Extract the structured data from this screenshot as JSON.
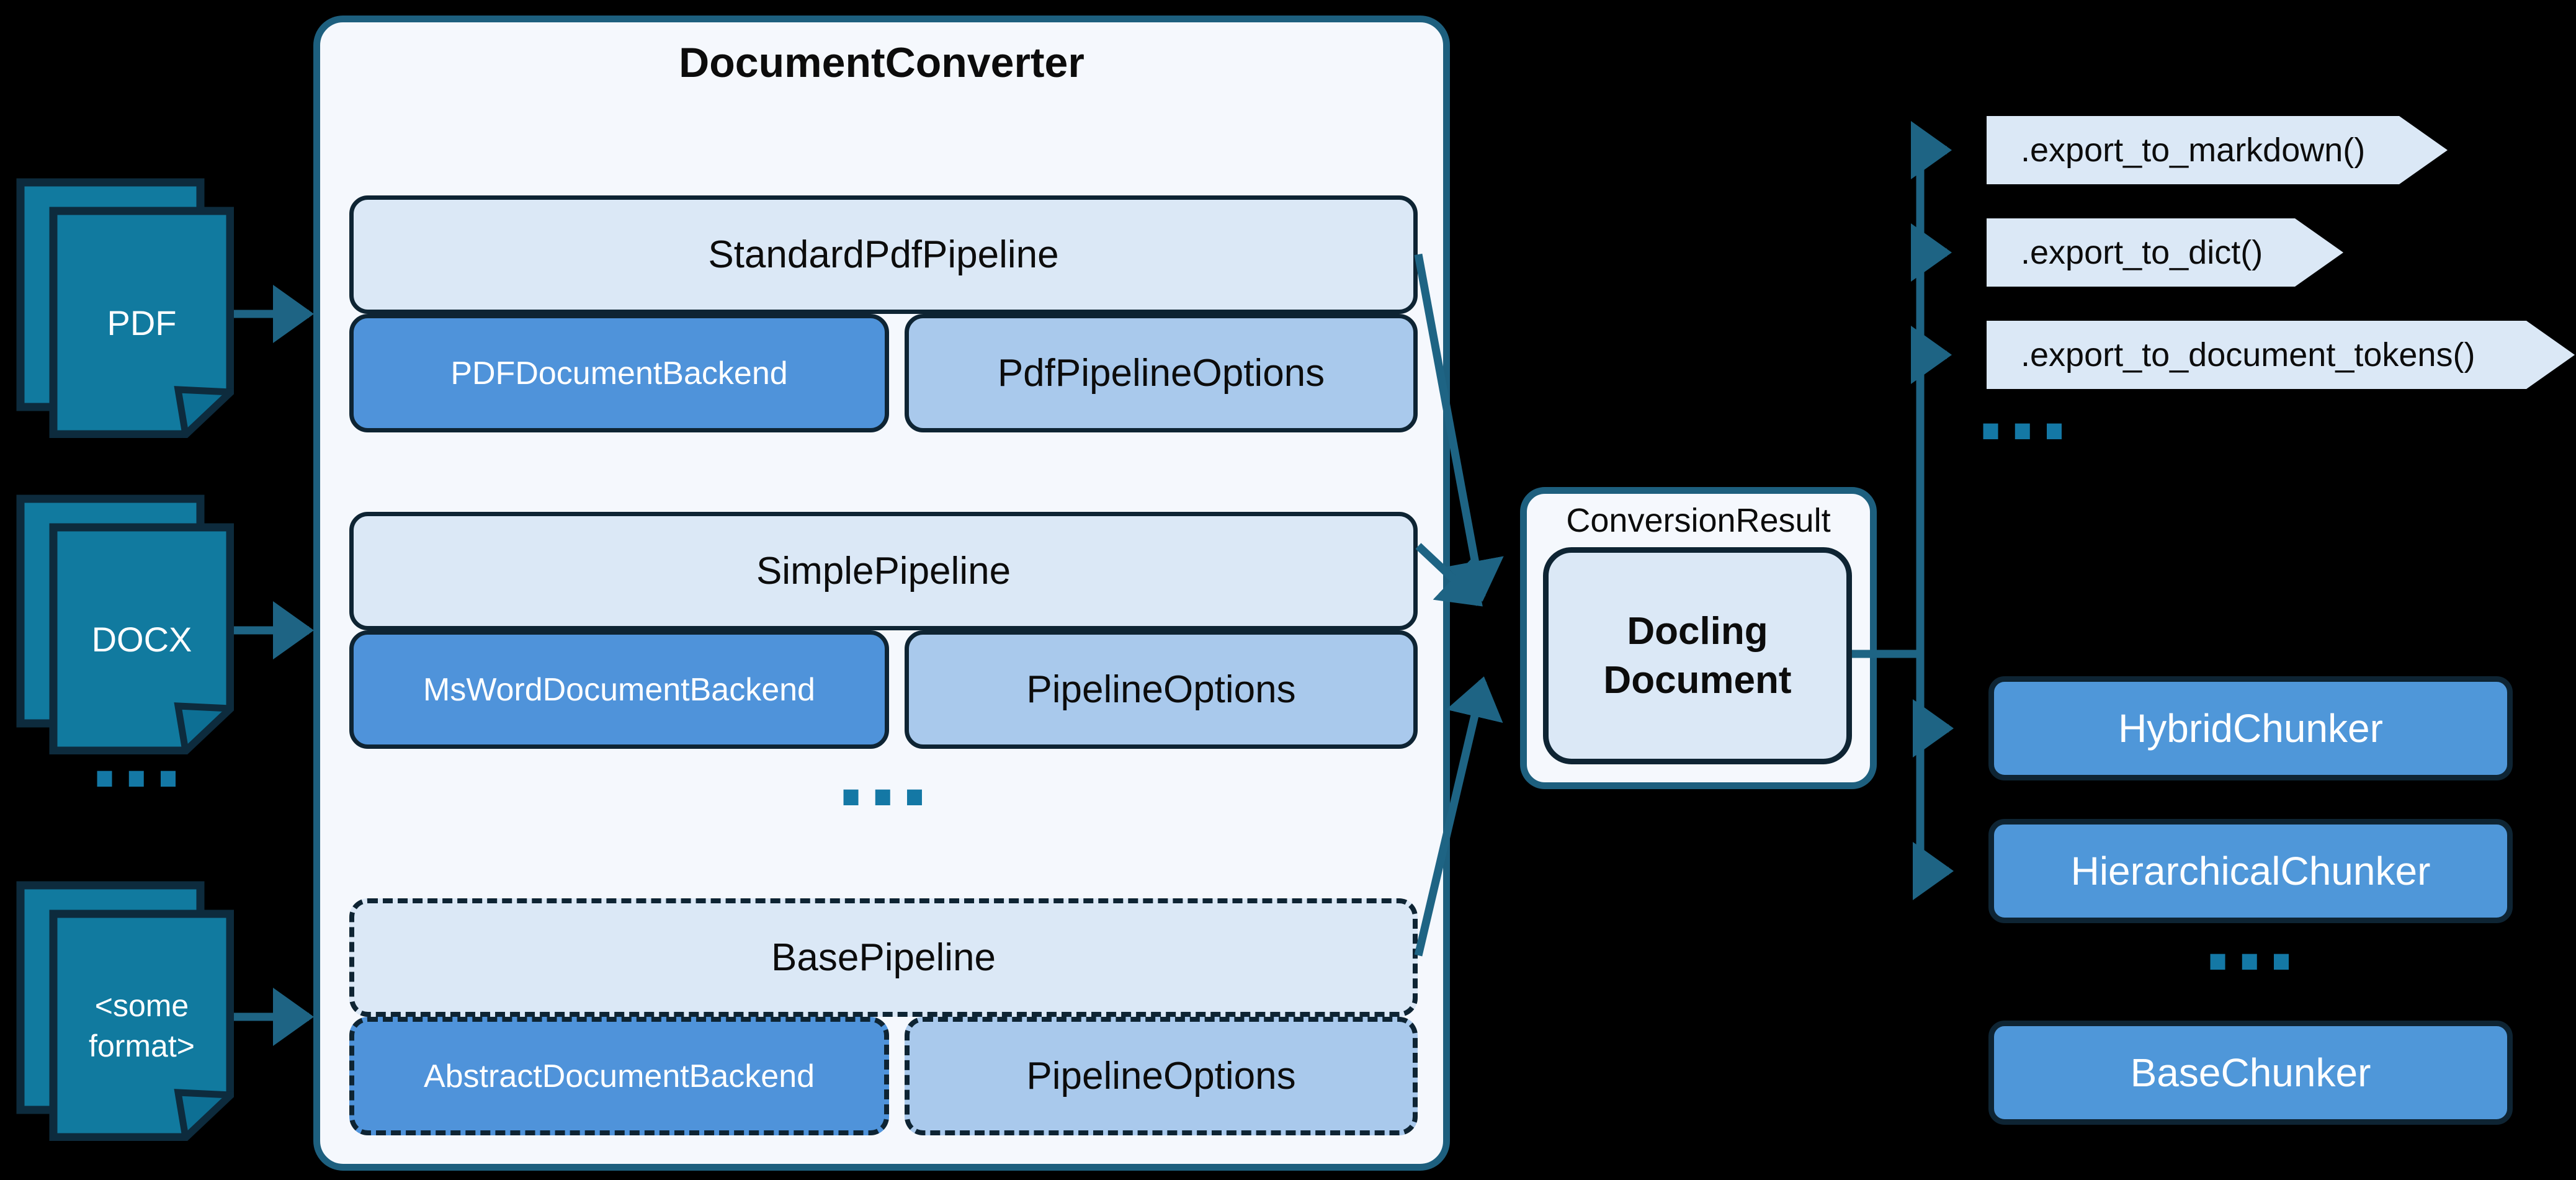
{
  "colors": {
    "background": "#000000",
    "container_fill": "#f5f8fd",
    "container_border": "#1d5f7e",
    "pale_box_fill": "#dbe8f6",
    "backend_fill": "#4f93da",
    "options_fill": "#a9c9ec",
    "chunker_fill": "#4f97d9",
    "dark_border": "#0e2433",
    "doc_icon_fill": "#117a9f",
    "arrow": "#1e6484",
    "dots": "#1478a5"
  },
  "inputs": {
    "items": [
      {
        "label": "PDF"
      },
      {
        "label": "DOCX"
      },
      {
        "label": "<some format>",
        "lines": [
          "<some",
          "format>"
        ]
      }
    ],
    "ellipsis": "..."
  },
  "converter": {
    "title": "DocumentConverter",
    "pipelines": [
      {
        "name": "StandardPdfPipeline",
        "backend": "PDFDocumentBackend",
        "options": "PdfPipelineOptions",
        "dashed": false
      },
      {
        "name": "SimplePipeline",
        "backend": "MsWordDocumentBackend",
        "options": "PipelineOptions",
        "dashed": false
      },
      {
        "name": "BasePipeline",
        "backend": "AbstractDocumentBackend",
        "options": "PipelineOptions",
        "dashed": true
      }
    ],
    "ellipsis": "..."
  },
  "result": {
    "label": "ConversionResult",
    "document_lines": [
      "Docling",
      "Document"
    ]
  },
  "exports": {
    "items": [
      ".export_to_markdown()",
      ".export_to_dict()",
      ".export_to_document_tokens()"
    ],
    "ellipsis": "..."
  },
  "chunkers": {
    "items": [
      {
        "name": "HybridChunker",
        "dashed": false
      },
      {
        "name": "HierarchicalChunker",
        "dashed": false
      },
      {
        "name": "BaseChunker",
        "dashed": true
      }
    ],
    "ellipsis": "..."
  }
}
